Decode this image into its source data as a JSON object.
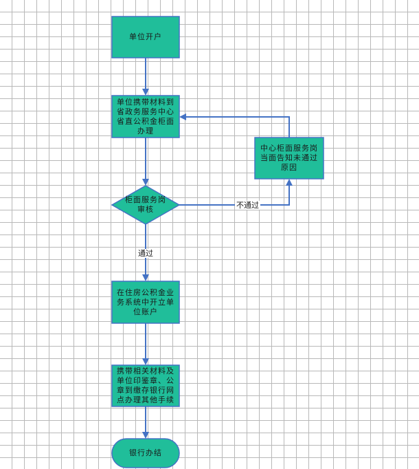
{
  "nodes": {
    "open_account": "单位开户",
    "bring_materials": "单位携带材料到省政务服务中心省直公积金柜面办理",
    "review": "柜面服务岗审核",
    "notify_reason": "中心柜面服务岗当面告知未通过原因",
    "open_in_system": "在住房公积金业务系统中开立单位账户",
    "other_procedures": "携带相关材料及单位印鉴章、公章到缴存银行网点办理其他手续",
    "bank_done": "银行办结"
  },
  "edges": {
    "pass": "通过",
    "fail": "不通过"
  },
  "colors": {
    "node_fill": "#20BE9A",
    "node_stroke": "#4472C4",
    "arrow": "#4472C4",
    "grid": "#b8b8b8"
  }
}
